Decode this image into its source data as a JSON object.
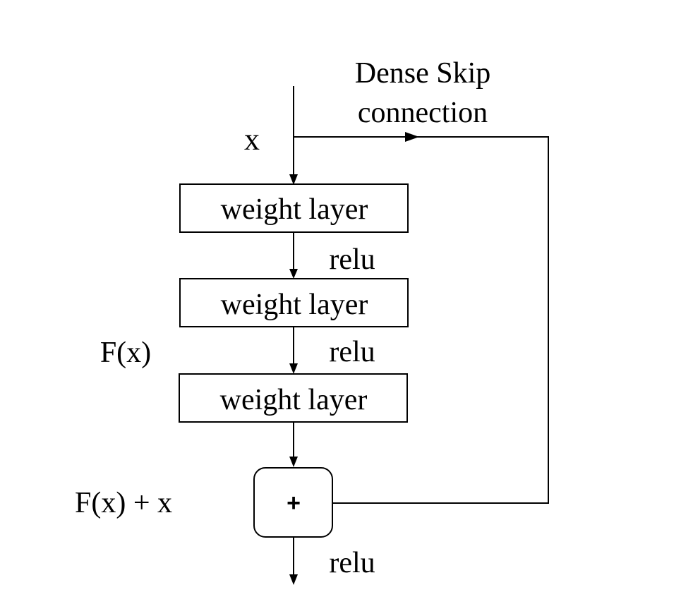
{
  "skip_label_line1": "Dense Skip",
  "skip_label_line2": "connection",
  "input_label": "x",
  "blocks": [
    "weight layer",
    "weight layer",
    "weight layer"
  ],
  "relu_labels": [
    "relu",
    "relu",
    "relu"
  ],
  "residual_label": "F(x)",
  "sum_label": "F(x) + x",
  "adder_symbol": "+"
}
